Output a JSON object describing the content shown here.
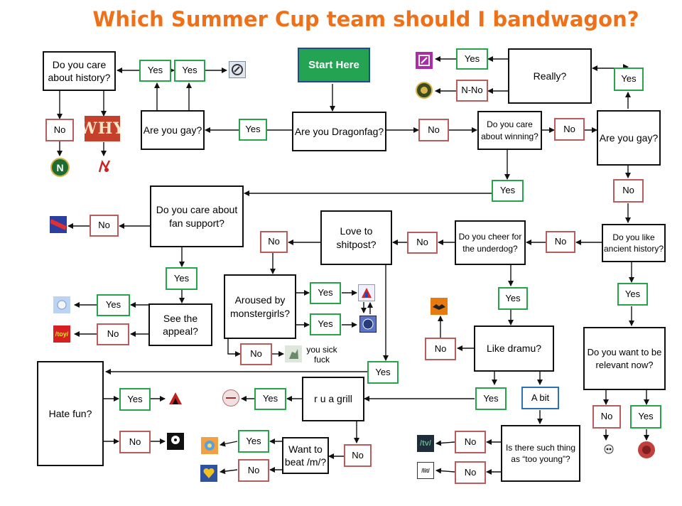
{
  "title": "Which Summer Cup team should I bandwagon?",
  "nodes": {
    "start_here": "Start Here",
    "are_you_dragonfag": "Are you Dragonfag?",
    "are_you_gay_left": "Are you gay?",
    "care_history": "Do you care about history?",
    "care_winning": "Do you care about winning?",
    "are_you_gay_right": "Are you gay?",
    "really": "Really?",
    "care_fan_support": "Do you care about fan support?",
    "love_to_shitpost": "Love to shitpost?",
    "cheer_underdog": "Do you cheer for the underdog?",
    "like_ancient_history": "Do you like ancient history?",
    "aroused_monstergirls": "Aroused by monstergirls?",
    "see_the_appeal": "See the appeal?",
    "like_dramu": "Like dramu?",
    "want_relevant": "Do you want to be relevant now?",
    "hate_fun": "Hate fun?",
    "r_u_a_grill": "r u a grill",
    "want_beat_m": "Want to beat /m/?",
    "too_young": "Is there such thing as “too young”?"
  },
  "answers": {
    "yes": "Yes",
    "no": "No",
    "n_no": "N-No",
    "a_bit": "A bit"
  },
  "notes": {
    "you_sick_fuck": "you sick fuck"
  },
  "icons": {
    "why_banner": "WHY",
    "napoli_logo": "N",
    "vg_board": "/v/",
    "toy_board": "/toy/",
    "tv_board": "/tv/",
    "lit_board": "/lit/"
  },
  "colors": {
    "title": "#f07018",
    "start_fill": "#24a353",
    "yes_border": "#27a34c",
    "no_border": "#b85c5c",
    "abit_border": "#2c72b0",
    "question_border": "#111111"
  }
}
